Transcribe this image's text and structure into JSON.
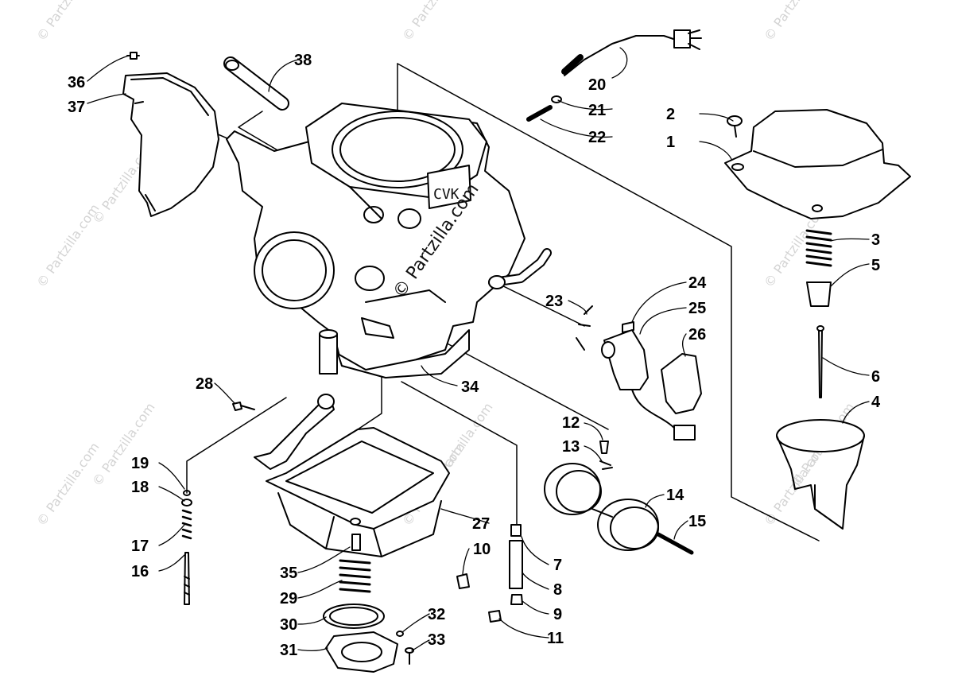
{
  "watermark": {
    "text": "© Partzilla.com",
    "center_text": "© Partzilla.com"
  },
  "body_mark": "CVK",
  "parts": [
    {
      "id": "1",
      "label": "1"
    },
    {
      "id": "2",
      "label": "2"
    },
    {
      "id": "3",
      "label": "3"
    },
    {
      "id": "4",
      "label": "4"
    },
    {
      "id": "5",
      "label": "5"
    },
    {
      "id": "6",
      "label": "6"
    },
    {
      "id": "7",
      "label": "7"
    },
    {
      "id": "8",
      "label": "8"
    },
    {
      "id": "9",
      "label": "9"
    },
    {
      "id": "10",
      "label": "10"
    },
    {
      "id": "11",
      "label": "11"
    },
    {
      "id": "12",
      "label": "12"
    },
    {
      "id": "13",
      "label": "13"
    },
    {
      "id": "14",
      "label": "14"
    },
    {
      "id": "15",
      "label": "15"
    },
    {
      "id": "16",
      "label": "16"
    },
    {
      "id": "17",
      "label": "17"
    },
    {
      "id": "18",
      "label": "18"
    },
    {
      "id": "19",
      "label": "19"
    },
    {
      "id": "20",
      "label": "20"
    },
    {
      "id": "21",
      "label": "21"
    },
    {
      "id": "22",
      "label": "22"
    },
    {
      "id": "23",
      "label": "23"
    },
    {
      "id": "24",
      "label": "24"
    },
    {
      "id": "25",
      "label": "25"
    },
    {
      "id": "26",
      "label": "26"
    },
    {
      "id": "27",
      "label": "27"
    },
    {
      "id": "28",
      "label": "28"
    },
    {
      "id": "29",
      "label": "29"
    },
    {
      "id": "30",
      "label": "30"
    },
    {
      "id": "31",
      "label": "31"
    },
    {
      "id": "32",
      "label": "32"
    },
    {
      "id": "33",
      "label": "33"
    },
    {
      "id": "34",
      "label": "34"
    },
    {
      "id": "35",
      "label": "35"
    },
    {
      "id": "36",
      "label": "36"
    },
    {
      "id": "37",
      "label": "37"
    },
    {
      "id": "38",
      "label": "38"
    }
  ]
}
